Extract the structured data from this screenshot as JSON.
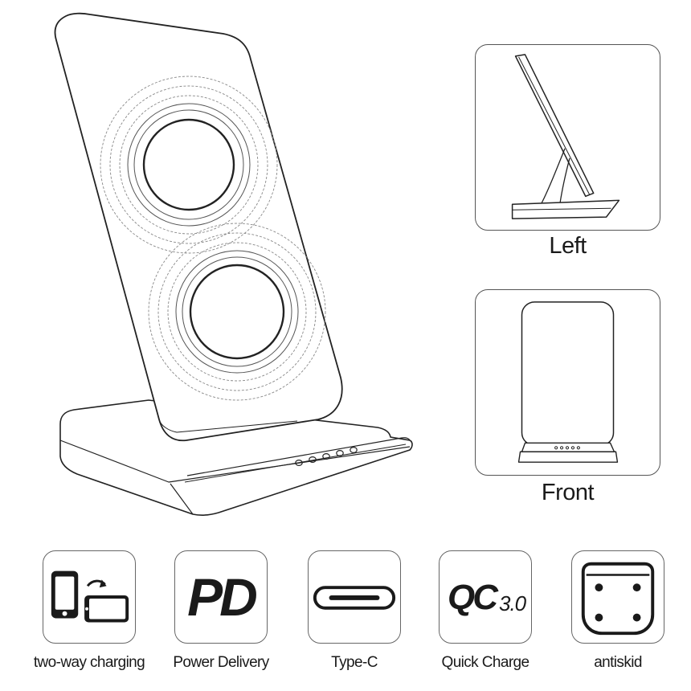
{
  "views": {
    "left_label": "Left",
    "front_label": "Front"
  },
  "features": [
    {
      "label": "two-way charging",
      "icon": "two-way-charging-icon"
    },
    {
      "label": "Power Delivery",
      "icon": "pd-logo",
      "logo_text": "PD"
    },
    {
      "label": "Type-C",
      "icon": "usb-type-c-port-icon"
    },
    {
      "label": "Quick Charge",
      "icon": "qc-logo",
      "logo_text": "QC",
      "logo_version": "3.0"
    },
    {
      "label": "antiskid",
      "icon": "antiskid-pad-icon"
    }
  ],
  "base_indicator_lights": 5,
  "charging_coils": 2
}
